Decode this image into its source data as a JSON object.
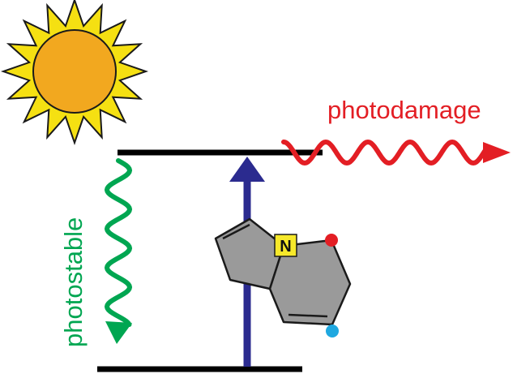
{
  "labels": {
    "photodamage": "photodamage",
    "photostable": "photostable",
    "nitrogen": "N"
  },
  "colors": {
    "background": "#ffffff",
    "sun_rays": "#f5e012",
    "sun_core": "#f2a81f",
    "outline": "#1a1a1a",
    "energy_level": "#000000",
    "excitation_arrow": "#2b2b8f",
    "photodamage": "#e31e24",
    "photostable": "#00a651",
    "molecule_fill": "#9a9a9a",
    "nitrogen_highlight": "#f7e92a",
    "red_atom": "#e31e24",
    "blue_atom": "#1fa8e0"
  },
  "icons": {
    "sun": "sun-icon",
    "molecule": "indolizine-molecule-icon"
  }
}
